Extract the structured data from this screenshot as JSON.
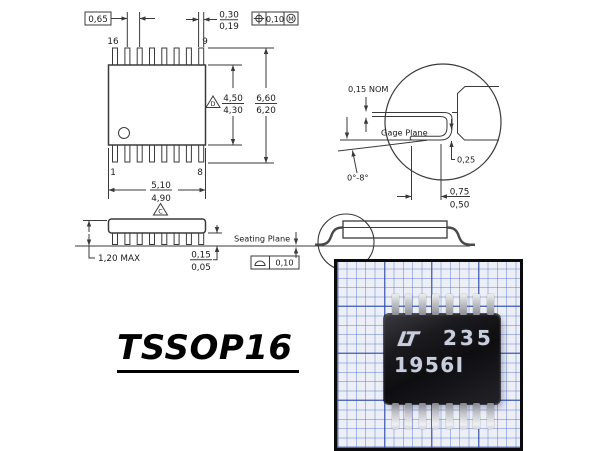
{
  "drawing": {
    "package_name": "TSSOP16",
    "top_view": {
      "pitch": "0,65",
      "lead_width": {
        "max": "0,30",
        "min": "0,19"
      },
      "true_position": {
        "value": "0,10",
        "modifier": "M"
      },
      "pins": {
        "top_left": "16",
        "top_right": "9",
        "bottom_left": "1",
        "bottom_right": "8"
      },
      "body_length": {
        "max": "4,50",
        "min": "4,30",
        "flag": "D"
      },
      "overall_width": {
        "max": "6,60",
        "min": "6,20"
      },
      "body_width": {
        "max": "5,10",
        "min": "4,90",
        "flag": "C"
      }
    },
    "side_view": {
      "height": "1,20 MAX",
      "standoff": {
        "max": "0,15",
        "min": "0,05"
      },
      "seating_plane_label": "Seating Plane",
      "coplanarity": "0,10"
    },
    "lead_detail": {
      "thickness": "0,15 NOM",
      "gage_plane_label": "Gage Plane",
      "tip_offset": "0,25",
      "foot_angle": "0°-8°",
      "foot_length": {
        "max": "0,75",
        "min": "0,50"
      }
    }
  },
  "photo": {
    "logo": "LT",
    "marking_line1": "235",
    "marking_line2": "1956I"
  }
}
